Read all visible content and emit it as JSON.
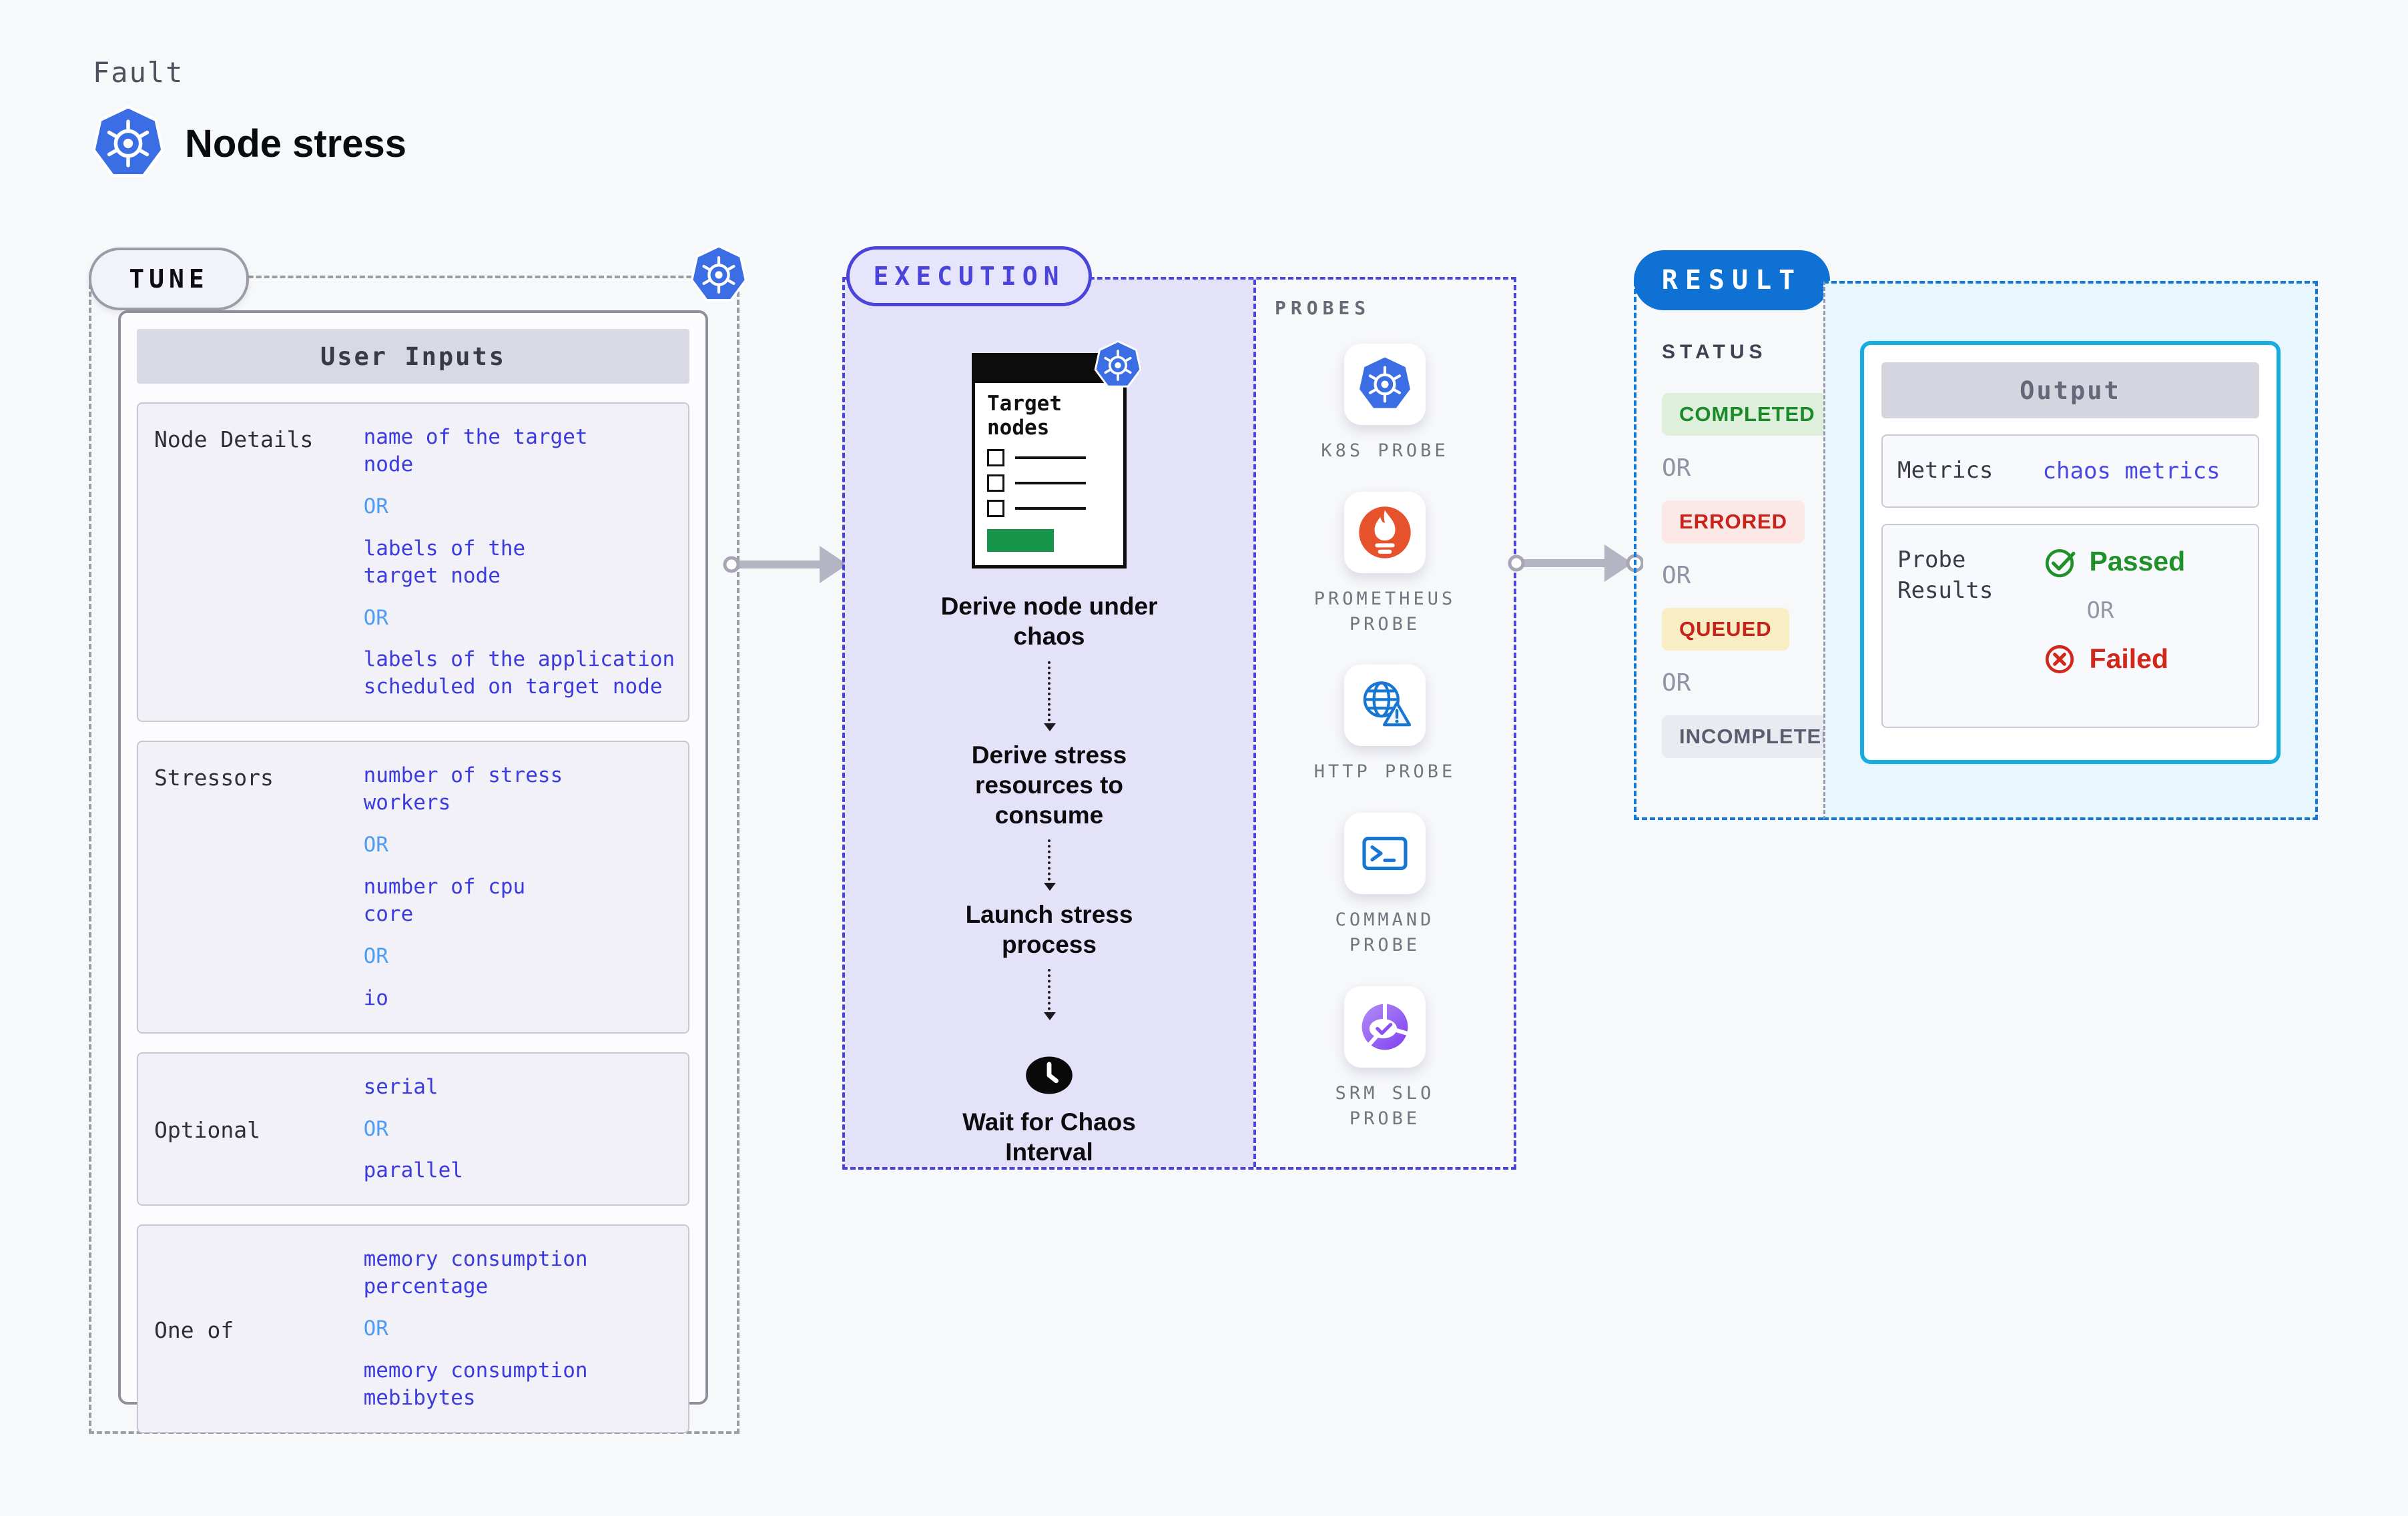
{
  "header": {
    "eyebrow": "Fault",
    "title": "Node stress"
  },
  "tune": {
    "badge": "TUNE",
    "table_title": "User Inputs",
    "or_label": "OR",
    "rows": [
      {
        "label": "Node Details",
        "values": [
          "name of the target\nnode",
          "labels of the\ntarget node",
          "labels of the application\nscheduled on target node"
        ]
      },
      {
        "label": "Stressors",
        "values": [
          "number of stress\nworkers",
          "number of cpu\ncore",
          "io"
        ]
      },
      {
        "label": "Optional",
        "values": [
          "serial",
          "parallel"
        ]
      },
      {
        "label": "One of",
        "values": [
          "memory consumption\npercentage",
          "memory consumption\nmebibytes"
        ]
      }
    ]
  },
  "execution": {
    "badge": "EXECUTION",
    "clipboard_title": "Target\nnodes",
    "steps": [
      "Derive node under\nchaos",
      "Derive stress\nresources to\nconsume",
      "Launch stress\nprocess",
      "Wait for Chaos\nInterval"
    ]
  },
  "probes": {
    "heading": "PROBES",
    "items": [
      {
        "icon": "kubernetes-icon",
        "label": "K8S PROBE"
      },
      {
        "icon": "prometheus-icon",
        "label": "PROMETHEUS\nPROBE"
      },
      {
        "icon": "http-globe-icon",
        "label": "HTTP PROBE"
      },
      {
        "icon": "terminal-icon",
        "label": "COMMAND\nPROBE"
      },
      {
        "icon": "srm-slo-icon",
        "label": "SRM SLO\nPROBE"
      }
    ]
  },
  "result": {
    "badge": "RESULT",
    "status_heading": "STATUS",
    "or_label": "OR",
    "statuses": [
      {
        "label": "COMPLETED",
        "text_color": "#1b8a28",
        "bg_color": "#def0dc"
      },
      {
        "label": "ERRORED",
        "text_color": "#c7231a",
        "bg_color": "#fce8e6"
      },
      {
        "label": "QUEUED",
        "text_color": "#c7231a",
        "bg_color": "#f9edc4"
      },
      {
        "label": "INCOMPLETED",
        "text_color": "#5a5d70",
        "bg_color": "#eaeaf1"
      }
    ],
    "output": {
      "title": "Output",
      "metrics_label": "Metrics",
      "metrics_value": "chaos metrics",
      "probe_results_label": "Probe\nResults",
      "passed_label": "Passed",
      "failed_label": "Failed"
    }
  },
  "colors": {
    "accent_indigo": "#4b44da",
    "accent_blue": "#0e71d3",
    "accent_cyan": "#17addf",
    "value_blue": "#3b3be0",
    "or_blue": "#4f9df2",
    "passed_green": "#1f9128",
    "failed_red": "#d2281c",
    "kubernetes_blue": "#3b6de4",
    "prometheus_orange": "#e6522c"
  }
}
